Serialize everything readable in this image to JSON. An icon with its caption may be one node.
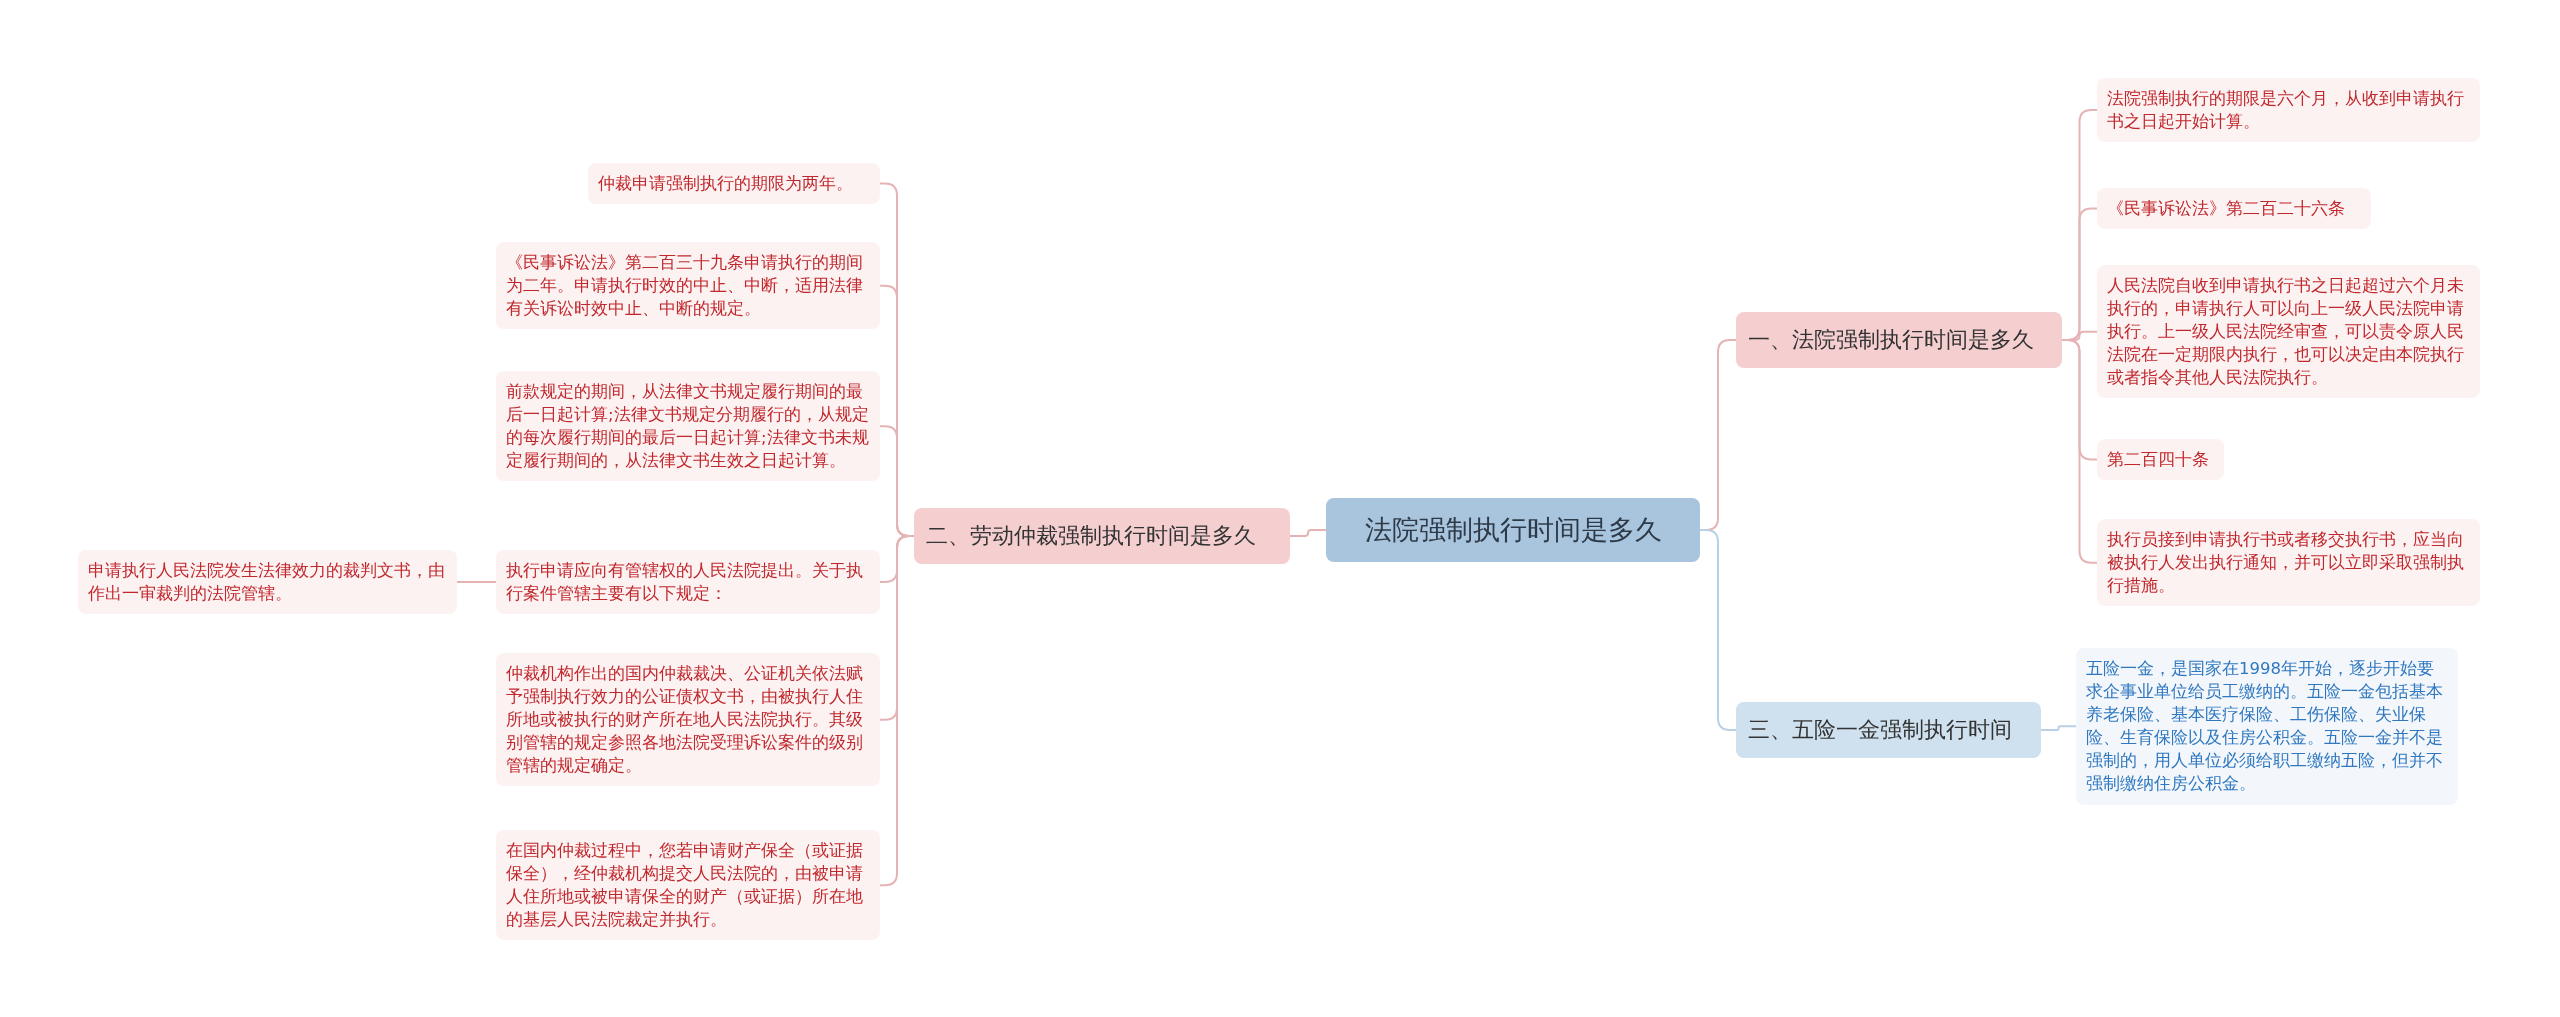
{
  "diagram": {
    "nodes": [
      {
        "text": [
          "法院强制执行时间是多久"
        ]
      },
      {
        "text": [
          "二、劳动仲裁强制执行时间是多久"
        ]
      },
      {
        "text": [
          "仲裁申请强制执行的期限为两年。"
        ]
      },
      {
        "text": [
          "《民事诉讼法》第二百三十九条申请执行的期间为二年。申请执行时效的中止、中断，适用法律有关诉讼时效中止、中断的规定。"
        ]
      },
      {
        "text": [
          "前款规定的期间，从法律文书规定履行期间的最后一日起计算;法律文书规定分期履行的，从规定的每次履行期间的最后一日起计算;法律文书未规定履行期间的，从法律文书生效之日起计算。"
        ]
      },
      {
        "text": [
          "执行申请应向有管辖权的人民法院提出。关于执行案件管辖主要有以下规定："
        ]
      },
      {
        "text": [
          "仲裁机构作出的国内仲裁裁决、公证机关依法赋予强制执行效力的公证债权文书，由被执行人住所地或被执行的财产所在地人民法院执行。其级别管辖的规定参照各地法院受理诉讼案件的级别管辖的规定确定。"
        ]
      },
      {
        "text": [
          "在国内仲裁过程中，您若申请财产保全（或证据保全），经仲裁机构提交人民法院的，由被申请人住所地或被申请保全的财产（或证据）所在地的基层人民法院裁定并执行。"
        ]
      },
      {
        "text": [
          "申请执行人民法院发生法律效力的裁判文书，由作出一审裁判的法院管辖。"
        ]
      },
      {
        "text": [
          "一、法院强制执行时间是多久"
        ]
      },
      {
        "text": [
          "法院强制执行的期限是六个月，从收到申请执行书之日起开始计算。"
        ]
      },
      {
        "text": [
          "《民事诉讼法》第二百二十六条"
        ]
      },
      {
        "text": [
          "人民法院自收到申请执行书之日起超过六个月未执行的，申请执行人可以向上一级人民法院申请执行。上一级人民法院经审查，可以责令原人民法院在一定期限内执行，也可以决定由本院执行或者指令其他人民法院执行。"
        ]
      },
      {
        "text": [
          "第二百四十条"
        ]
      },
      {
        "text": [
          "执行员接到申请执行书或者移交执行书，应当向被执行人发出执行通知，并可以立即采取强制执行措施。"
        ]
      },
      {
        "text": [
          "三、五险一金强制执行时间"
        ]
      },
      {
        "text": [
          "五险一金，是国家在1998年开始，逐步开始要求企事业单位给员工缴纳的。五险一金包括基本养老保险、基本医疗保险、工伤保险、失业保险、生育保险以及住房公积金。五险一金并不是强制的，用人单位必须给职工缴纳五险，但并不强制缴纳住房公积金。"
        ]
      }
    ],
    "edges": [
      {
        "from": 0,
        "to": 1,
        "arrow": "none"
      },
      {
        "from": 1,
        "to": 2,
        "arrow": "none"
      },
      {
        "from": 1,
        "to": 3,
        "arrow": "none"
      },
      {
        "from": 1,
        "to": 4,
        "arrow": "none"
      },
      {
        "from": 1,
        "to": 5,
        "arrow": "none"
      },
      {
        "from": 1,
        "to": 6,
        "arrow": "none"
      },
      {
        "from": 1,
        "to": 7,
        "arrow": "none"
      },
      {
        "from": 5,
        "to": 8,
        "arrow": "none"
      },
      {
        "from": 0,
        "to": 9,
        "arrow": "none"
      },
      {
        "from": 9,
        "to": 10,
        "arrow": "none"
      },
      {
        "from": 9,
        "to": 11,
        "arrow": "none"
      },
      {
        "from": 9,
        "to": 12,
        "arrow": "none"
      },
      {
        "from": 9,
        "to": 13,
        "arrow": "none"
      },
      {
        "from": 9,
        "to": 14,
        "arrow": "none"
      },
      {
        "from": 0,
        "to": 15,
        "arrow": "none",
        "color": "#b9d1e6"
      },
      {
        "from": 15,
        "to": 16,
        "arrow": "none",
        "color": "#b9d1e6"
      }
    ]
  }
}
